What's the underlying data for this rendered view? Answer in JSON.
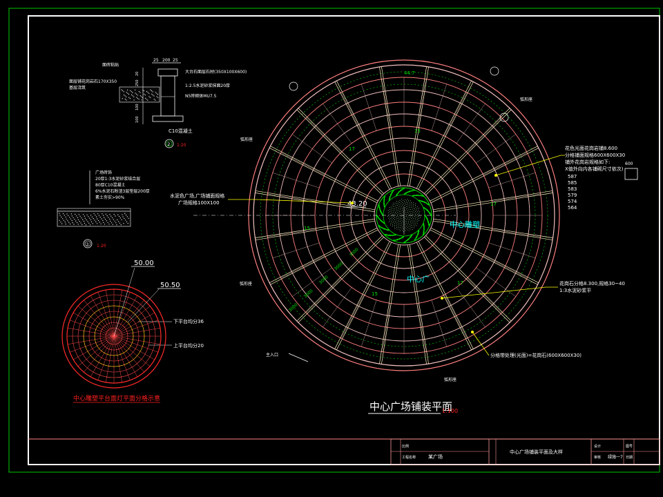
{
  "colors": {
    "background": "#000000",
    "frame_outer": "#00c800",
    "frame_inner": "#ffffff",
    "paving_lines": "#ff7f7f",
    "paving_lines_light": "#f3c0c0",
    "radial_lines": "#fff0c0",
    "leader_yellow": "#ffff00",
    "dimension_green": "#00e000",
    "cyan_text": "#00ffff",
    "white_text": "#ffffff",
    "red_text": "#ff2020",
    "plaza_red_circle": "#ff2a2a",
    "title_block_line": "#ff9a9a"
  },
  "main_plan": {
    "title": "中心广场铺装平面",
    "title_scale": "1:100",
    "center_label": "中心雕塑",
    "plaza_label": "中心广",
    "labels_left": [
      "弧形座",
      "弧形座"
    ],
    "labels_right": [
      "弧形座",
      "弧形座"
    ],
    "main_entrance": "主入口",
    "top_dim": "44.7",
    "center_elevation": "43.20",
    "callout_right_top": [
      "花色光面花岗岩铺8.600",
      "分格铺面规格600X600X30",
      "铺外花岗岩规格如下:",
      "X值外向内各铺砌尺寸依次)"
    ],
    "callout_values": [
      "587",
      "585",
      "583",
      "579",
      "574",
      "564"
    ],
    "callout_block_dim": "600",
    "callout_left": [
      "水泥色广场,广场铺面规格",
      "广场规格100X100"
    ],
    "callout_right_mid": [
      "花岗石分格8.300,规格30~40",
      "1:3水泥砂浆平"
    ],
    "callout_right_bottom": "分格带处理(光面)=花岗石(600X600X30)",
    "ring_dims": [
      "3000",
      "3000",
      "3000",
      "3000",
      "3000"
    ],
    "segment_labels": [
      "15",
      "17",
      "15",
      "17",
      "15",
      "17"
    ]
  },
  "section_top": {
    "label_top": "面砖粘贴",
    "dims_top": [
      "25",
      "200",
      "25"
    ],
    "left_notes": [
      "面层铺花岗岩石170X350",
      "基层浇筑"
    ],
    "right_notes": [
      "大台石面层石材(350X100X600)",
      "1:2.5水泥砂浆抹面20厚",
      "N5砖砌体MU7.5"
    ],
    "bottom_note": "C10混凝土",
    "side_dims": [
      "20",
      "250",
      "100",
      "100"
    ],
    "marker_num": "2",
    "marker_scale": "1:20"
  },
  "section_mid": {
    "notes": [
      "广场砖饰",
      "20厚1:3水泥砂浆结合层",
      "80厚C10混凝土",
      "6%水泥石粉渣3层垫层200厚",
      "素土夯实>90%"
    ],
    "marker_num": "3",
    "marker_scale": "1:20"
  },
  "sculpture_plan": {
    "elev_top": "50.00",
    "elev_side": "50.50",
    "note_inner": "下平台均分36",
    "note_outer": "上平台均分20",
    "caption": "中心雕塑平台面灯平面分格示意"
  },
  "title_block": {
    "cell_project_label": "工程名称",
    "cell_project": "某广场",
    "cell_drawing": "中心广场铺装平面及大样",
    "cell_design": "设计",
    "cell_check": "审核",
    "cell_num_label": "图号",
    "cell_num": "绿施一7",
    "cell_date": "日期",
    "cell_scale": "比例"
  }
}
